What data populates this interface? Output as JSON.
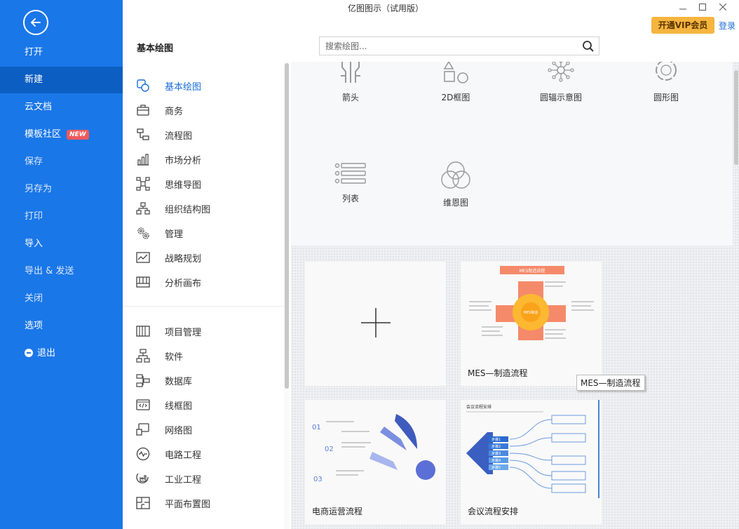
{
  "window": {
    "title": "亿图图示（试用版）",
    "vip_button": "开通VIP会员",
    "login": "登录"
  },
  "sidebar": {
    "items": [
      {
        "label": "打开",
        "name": "open"
      },
      {
        "label": "新建",
        "name": "new"
      },
      {
        "label": "云文档",
        "name": "cloud-docs"
      },
      {
        "label": "模板社区",
        "name": "template-community",
        "badge": "NEW"
      },
      {
        "label": "保存",
        "name": "save"
      },
      {
        "label": "另存为",
        "name": "save-as"
      },
      {
        "label": "打印",
        "name": "print"
      },
      {
        "label": "导入",
        "name": "import"
      },
      {
        "label": "导出 & 发送",
        "name": "export-send"
      },
      {
        "label": "关闭",
        "name": "close"
      },
      {
        "label": "选项",
        "name": "options"
      },
      {
        "label": "退出",
        "name": "exit"
      }
    ],
    "active": "新建"
  },
  "header": {
    "section_title": "基本绘图",
    "search_placeholder": "搜索绘图..."
  },
  "categories": {
    "group1": [
      {
        "label": "基本绘图",
        "icon": "shapes-icon"
      },
      {
        "label": "商务",
        "icon": "briefcase-icon"
      },
      {
        "label": "流程图",
        "icon": "flowchart-icon"
      },
      {
        "label": "市场分析",
        "icon": "bar-chart-icon"
      },
      {
        "label": "思维导图",
        "icon": "mindmap-icon"
      },
      {
        "label": "组织结构图",
        "icon": "org-chart-icon"
      },
      {
        "label": "管理",
        "icon": "gears-icon"
      },
      {
        "label": "战略规划",
        "icon": "strategy-icon"
      },
      {
        "label": "分析画布",
        "icon": "canvas-icon"
      }
    ],
    "group2": [
      {
        "label": "项目管理",
        "icon": "gantt-icon"
      },
      {
        "label": "软件",
        "icon": "software-icon"
      },
      {
        "label": "数据库",
        "icon": "database-icon"
      },
      {
        "label": "线框图",
        "icon": "wireframe-icon"
      },
      {
        "label": "网络图",
        "icon": "network-icon"
      },
      {
        "label": "电路工程",
        "icon": "circuit-icon"
      },
      {
        "label": "工业工程",
        "icon": "industry-icon"
      },
      {
        "label": "平面布置图",
        "icon": "floorplan-icon"
      }
    ],
    "active": "基本绘图"
  },
  "templates": [
    {
      "label": "箭头",
      "icon": "arrow-shapes-icon"
    },
    {
      "label": "2D框图",
      "icon": "2d-block-icon"
    },
    {
      "label": "圆辐示意图",
      "icon": "radial-icon"
    },
    {
      "label": "圆形图",
      "icon": "circle-diagram-icon"
    },
    {
      "label": "列表",
      "icon": "list-icon"
    },
    {
      "label": "维恩图",
      "icon": "venn-icon"
    }
  ],
  "cards": [
    {
      "label": "",
      "kind": "new-blank"
    },
    {
      "label": "MES—制造流程",
      "kind": "template"
    },
    {
      "label": "电商运营流程",
      "kind": "template"
    },
    {
      "label": "会议流程安排",
      "kind": "template"
    }
  ],
  "tooltip": "MES—制造流程",
  "thumbs": {
    "mes": {
      "title": "MES制造流程",
      "center": "MES制造"
    },
    "ecom": {
      "n1": "01",
      "n2": "02",
      "n3": "03"
    },
    "meeting": {
      "title": "会议流程安排",
      "steps": [
        "步骤1",
        "步骤2",
        "步骤3",
        "步骤4",
        "步骤5"
      ]
    }
  },
  "colors": {
    "sidebar_bg": "#1a77e8",
    "sidebar_active": "#0c5ec2",
    "accent_text": "#1a6ed8",
    "vip_bg": "#f5b53f"
  }
}
